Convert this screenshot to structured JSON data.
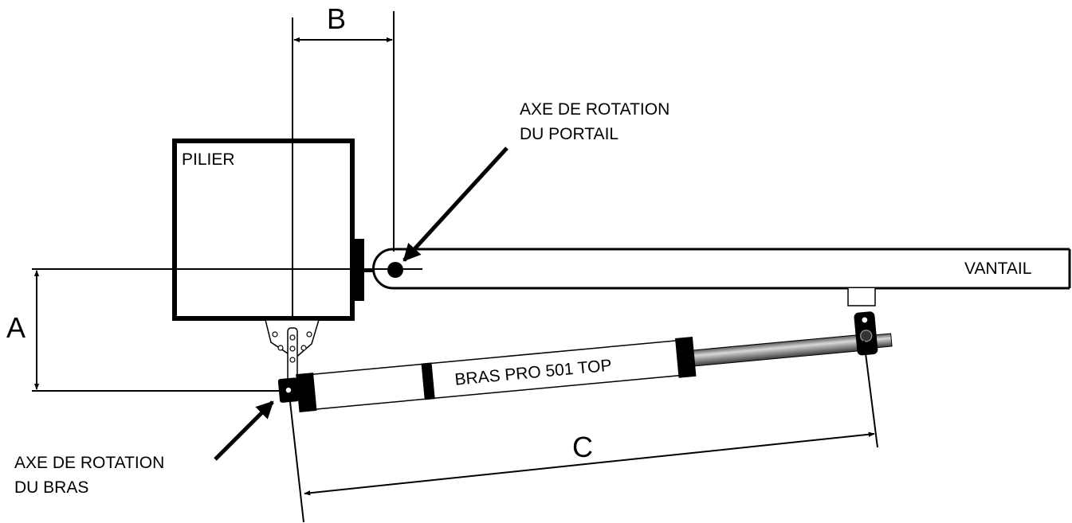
{
  "diagram": {
    "labels": {
      "pillar": "PILIER",
      "leaf": "VANTAIL",
      "arm": "BRAS PRO 501 TOP",
      "gate_axis_line1": "AXE DE ROTATION",
      "gate_axis_line2": "DU PORTAIL",
      "arm_axis_line1": "AXE DE ROTATION",
      "arm_axis_line2": "DU BRAS"
    },
    "dimensions": {
      "a": "A",
      "b": "B",
      "c": "C"
    },
    "colors": {
      "stroke": "#000000",
      "background": "#ffffff",
      "rod": "#8a8a8a"
    }
  }
}
